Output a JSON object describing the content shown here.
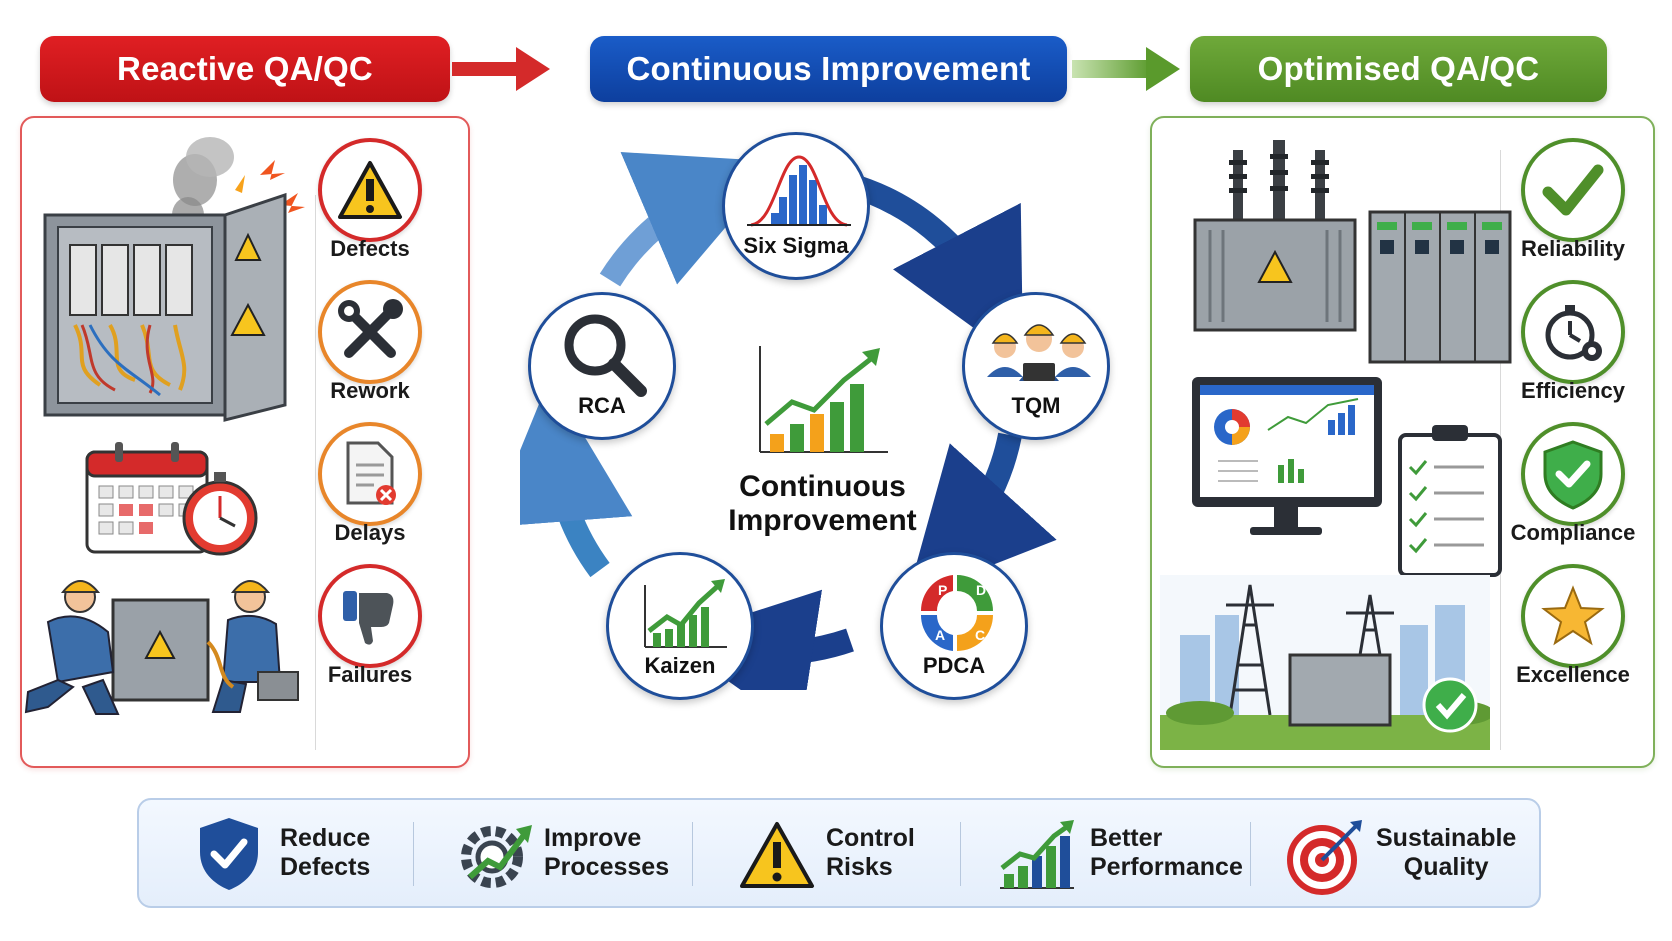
{
  "header": {
    "reactive": "Reactive QA/QC",
    "continuous": "Continuous Improvement",
    "optimised": "Optimised QA/QC"
  },
  "reactive_issues": [
    "Defects",
    "Rework",
    "Delays",
    "Failures"
  ],
  "cycle": {
    "center_line1": "Continuous",
    "center_line2": "Improvement",
    "nodes": [
      "Six Sigma",
      "TQM",
      "PDCA",
      "Kaizen",
      "RCA"
    ],
    "pdca_letters": [
      "P",
      "D",
      "C",
      "A"
    ]
  },
  "optimised_outcomes": [
    "Reliability",
    "Efficiency",
    "Compliance",
    "Excellence"
  ],
  "benefits": [
    {
      "line1": "Reduce",
      "line2": "Defects"
    },
    {
      "line1": "Improve",
      "line2": "Processes"
    },
    {
      "line1": "Control",
      "line2": "Risks"
    },
    {
      "line1": "Better",
      "line2": "Performance"
    },
    {
      "line1": "Sustainable",
      "line2": "Quality"
    }
  ],
  "colors": {
    "reactive": "#d42a2a",
    "continuous": "#1a5cc8",
    "optimised": "#5a9a2c"
  }
}
